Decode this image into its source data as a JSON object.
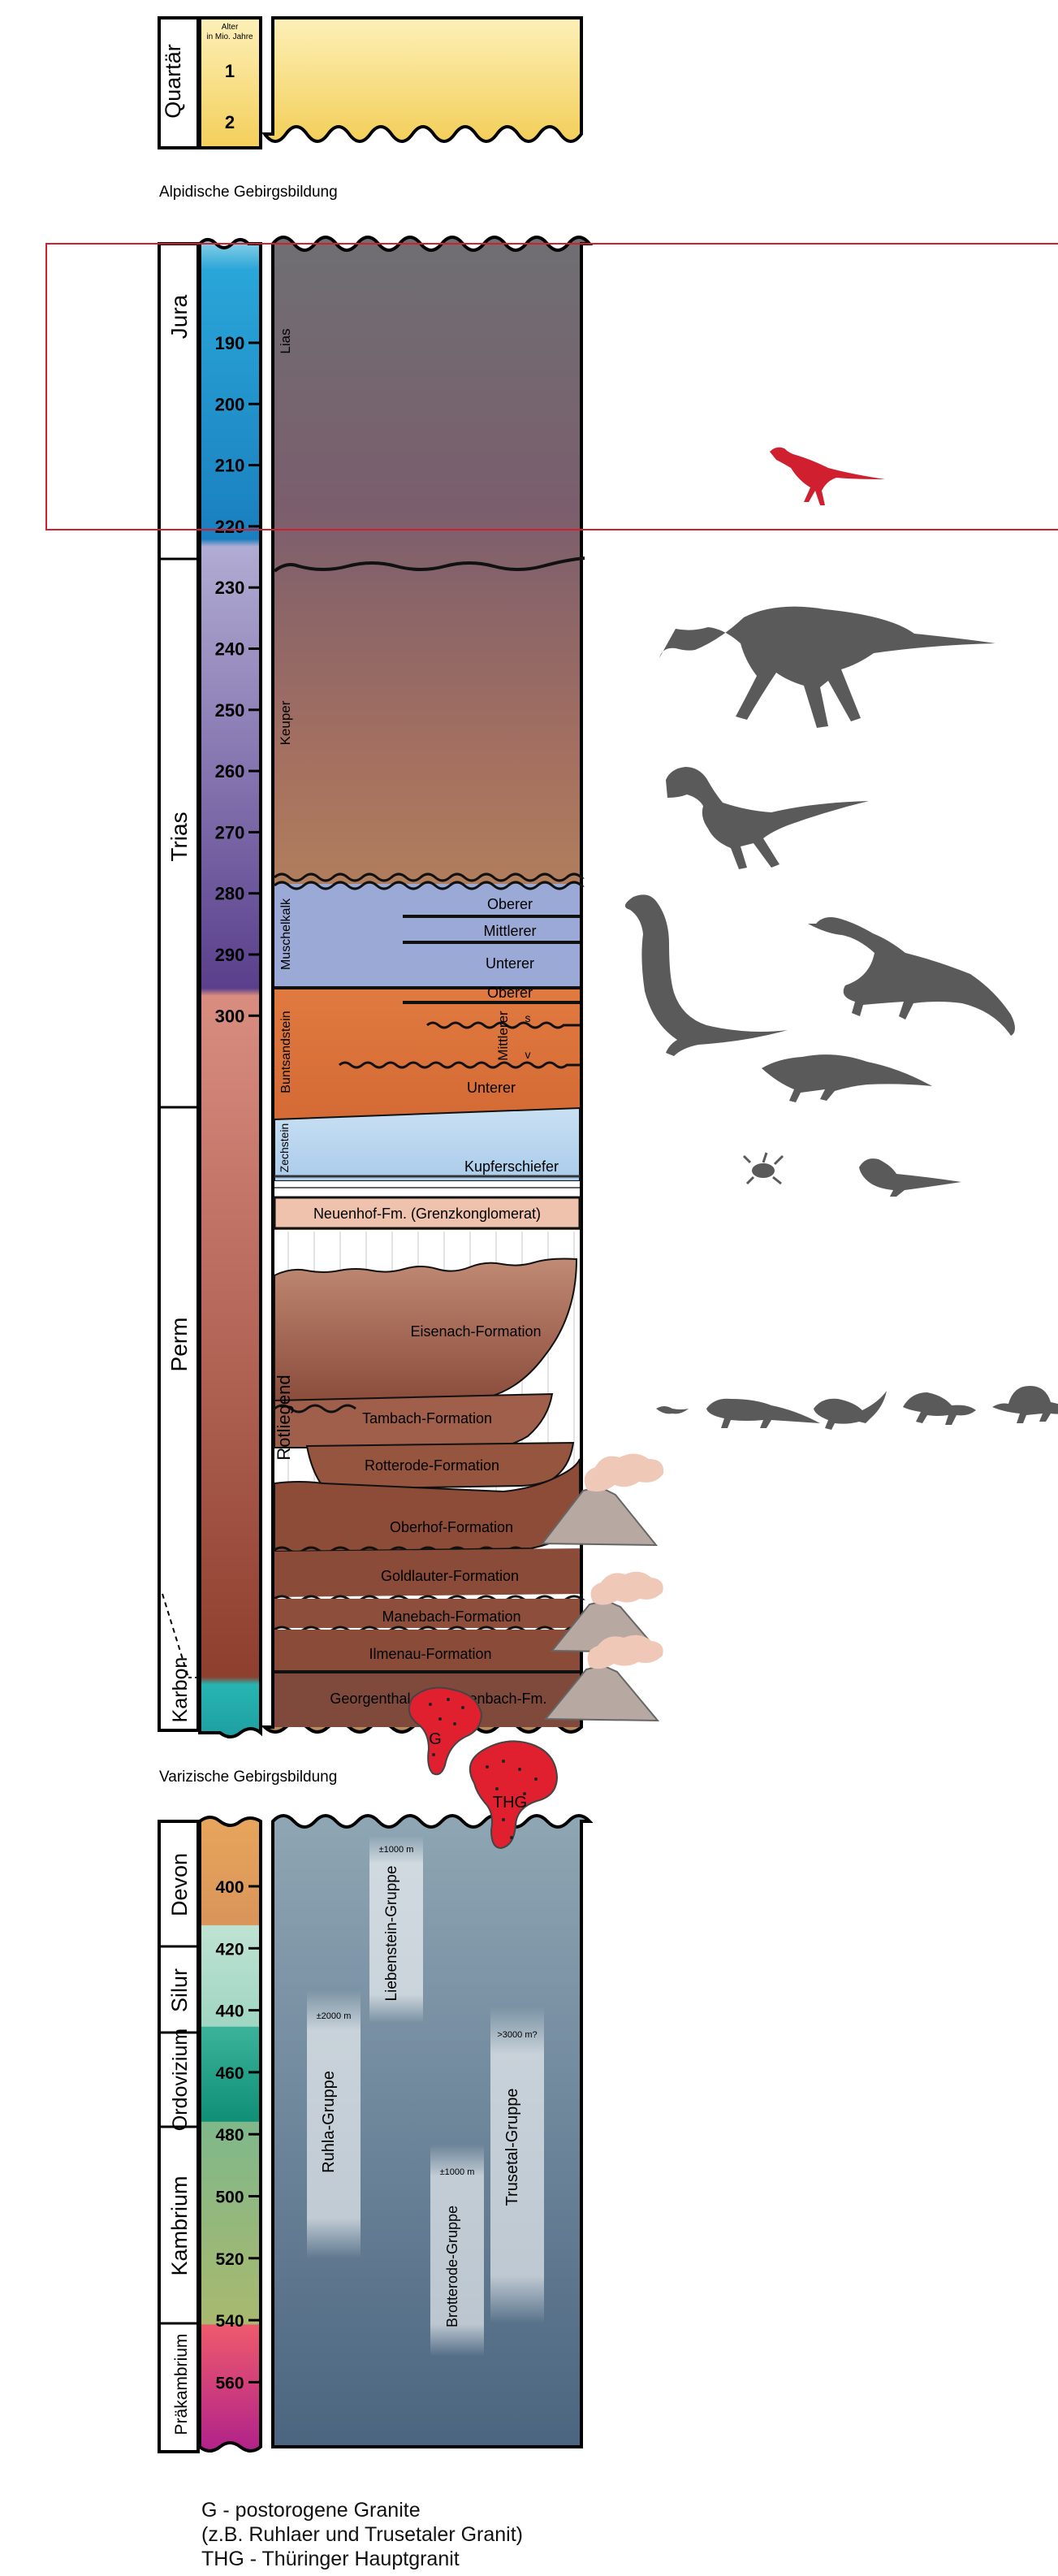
{
  "top": {
    "period": "Quartär",
    "age_header": "Alter in Mio. Jahre",
    "ticks": [
      "1",
      "2"
    ]
  },
  "events": {
    "alpine": "Alpidische Gebirgsbildung",
    "variscan": "Varizische Gebirgsbildung"
  },
  "main": {
    "periods": [
      "Jura",
      "Trias",
      "Perm",
      "Karbon"
    ],
    "ticks": [
      "190",
      "200",
      "210",
      "220",
      "230",
      "240",
      "250",
      "260",
      "270",
      "280",
      "290",
      "300"
    ],
    "groups": [
      "Lias",
      "Keuper",
      "Muschelkalk",
      "Buntsandstein",
      "Zechstein",
      "Rotliegend"
    ],
    "muschelkalk_subunits": [
      "Oberer",
      "Mittlerer",
      "Unterer"
    ],
    "buntsandstein_subunits": [
      "Oberer",
      "Mittlerer",
      "Unterer"
    ],
    "buntsandstein_marks": [
      "s",
      "v"
    ],
    "zechstein_label": "Kupferschiefer",
    "neuenhof": "Neuenhof-Fm. (Grenzkonglomerat)",
    "formations": [
      "Eisenach-Formation",
      "Tambach-Formation",
      "Rotterode-Formation",
      "Oberhof-Formation",
      "Goldlauter-Formation",
      "Manebach-Formation",
      "Ilmenau-Formation",
      "Georgenthal- u. Möhrenbach-Fm."
    ]
  },
  "lower": {
    "periods": [
      "Devon",
      "Silur",
      "Ordovizium",
      "Kambrium",
      "Präkambrium"
    ],
    "ticks": [
      "400",
      "420",
      "440",
      "460",
      "480",
      "500",
      "520",
      "540",
      "560"
    ],
    "groups": [
      {
        "name": "Liebenstein-Gruppe",
        "thickness": "±1000 m"
      },
      {
        "name": "Ruhla-Gruppe",
        "thickness": "±2000 m"
      },
      {
        "name": "Trusetal-Gruppe",
        "thickness": ">3000 m?"
      },
      {
        "name": "Brotterode-Gruppe",
        "thickness": "±1000 m"
      }
    ]
  },
  "granites": [
    "G",
    "THG"
  ],
  "legend": [
    "G - postorogene Granite",
    "(z.B. Ruhlaer und Trusetaler Granit)",
    "THG - Thüringer Hauptgranit"
  ],
  "colors": {
    "highlight": "#d01f2e",
    "silhouette": "#5a5a5a",
    "granite": "#e0202e",
    "jura": "#1fa3d6",
    "trias": "#5c3f8c",
    "perm": "#9c4b35",
    "karbon": "#2ab3b0",
    "quartaer": "#f7d873"
  }
}
